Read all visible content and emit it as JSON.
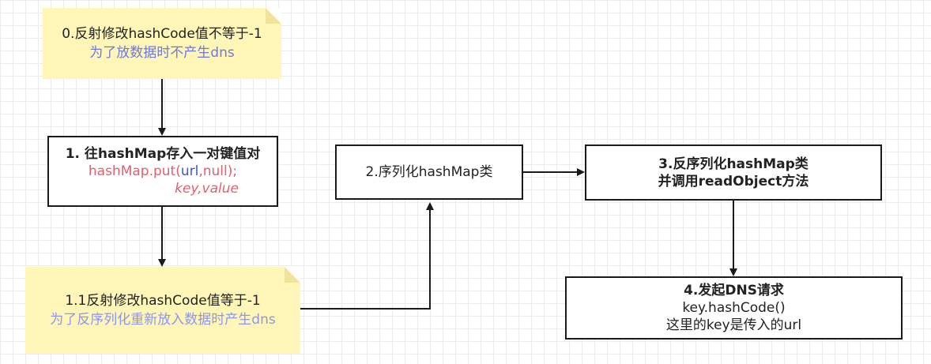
{
  "diagram": {
    "note_0": {
      "line1": "0.反射修改hashCode值不等于-1",
      "line2": "为了放数据时不产生dns"
    },
    "box_1": {
      "title": "1. 往hashMap存入一对键值对",
      "code_prefix": "hashMap.put(",
      "code_url": "url",
      "code_suffix": ",null);",
      "annotation": "key,value"
    },
    "note_1_1": {
      "line1": "1.1反射修改hashCode值等于-1",
      "line2": "为了反序列化重新放入数据时产生dns"
    },
    "box_2": {
      "label": "2.序列化hashMap类"
    },
    "box_3": {
      "line1": "3.反序列化hashMap类",
      "line2": "并调用readObject方法"
    },
    "box_4": {
      "title": "4.发起DNS请求",
      "line2": "key.hashCode()",
      "line3": "这里的key是传入的url"
    },
    "colors": {
      "note_fill": "#fff6b8",
      "border": "#1a1a1a",
      "accent_blue": "#6b78e0",
      "accent_red": "#e06070"
    }
  }
}
